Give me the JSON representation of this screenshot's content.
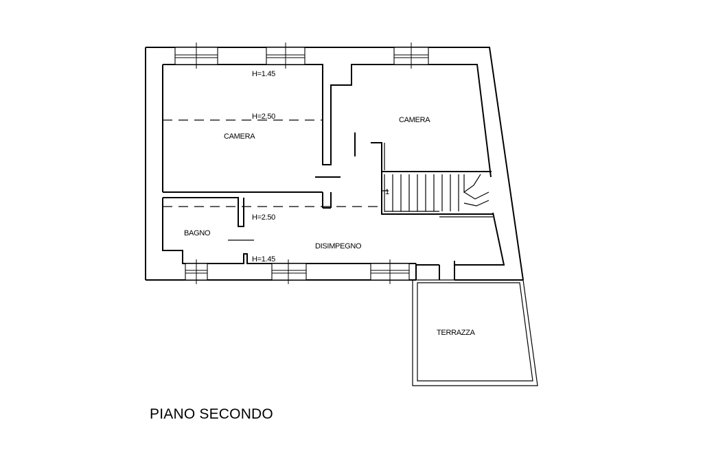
{
  "plan": {
    "title": "PIANO SECONDO",
    "rooms": {
      "camera_left": "CAMERA",
      "camera_right": "CAMERA",
      "bagno": "BAGNO",
      "disimpegno": "DISIMPEGNO",
      "terrazza": "TERRAZZA"
    },
    "heights": {
      "top_low": "H=1.45",
      "top_high": "H=2.50",
      "bottom_high": "H=2.50",
      "bottom_low": "H=1.45"
    },
    "stair_mark": "1"
  }
}
